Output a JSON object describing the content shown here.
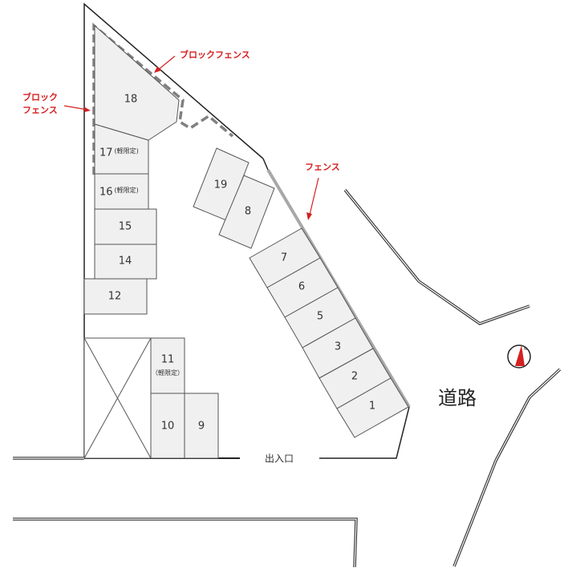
{
  "diagram": {
    "type": "parking-lot-layout",
    "road_label": "道路",
    "entrance_label": "出入口",
    "fence_labels": {
      "block_fence_top": "ブロックフェンス",
      "block_fence_left_line1": "ブロック",
      "block_fence_left_line2": "フェンス",
      "fence_right": "フェンス"
    },
    "compass": {
      "icon": "north-arrow-icon",
      "color": "#d42020"
    },
    "colors": {
      "lot_fill": "#f0f0f0",
      "annotation": "#d42020",
      "fence": "#a0a0a0",
      "block_fence": "#808080"
    },
    "spaces": [
      {
        "id": "1",
        "label": "1"
      },
      {
        "id": "2",
        "label": "2"
      },
      {
        "id": "3",
        "label": "3"
      },
      {
        "id": "5",
        "label": "5"
      },
      {
        "id": "6",
        "label": "6"
      },
      {
        "id": "7",
        "label": "7"
      },
      {
        "id": "8",
        "label": "8"
      },
      {
        "id": "9",
        "label": "9"
      },
      {
        "id": "10",
        "label": "10"
      },
      {
        "id": "11",
        "label": "11",
        "note": "（軽限定）"
      },
      {
        "id": "12",
        "label": "12"
      },
      {
        "id": "14",
        "label": "14"
      },
      {
        "id": "15",
        "label": "15"
      },
      {
        "id": "16",
        "label": "16",
        "note": "(軽限定)"
      },
      {
        "id": "17",
        "label": "17",
        "note": "(軽限定)"
      },
      {
        "id": "18",
        "label": "18"
      },
      {
        "id": "19",
        "label": "19"
      }
    ]
  }
}
